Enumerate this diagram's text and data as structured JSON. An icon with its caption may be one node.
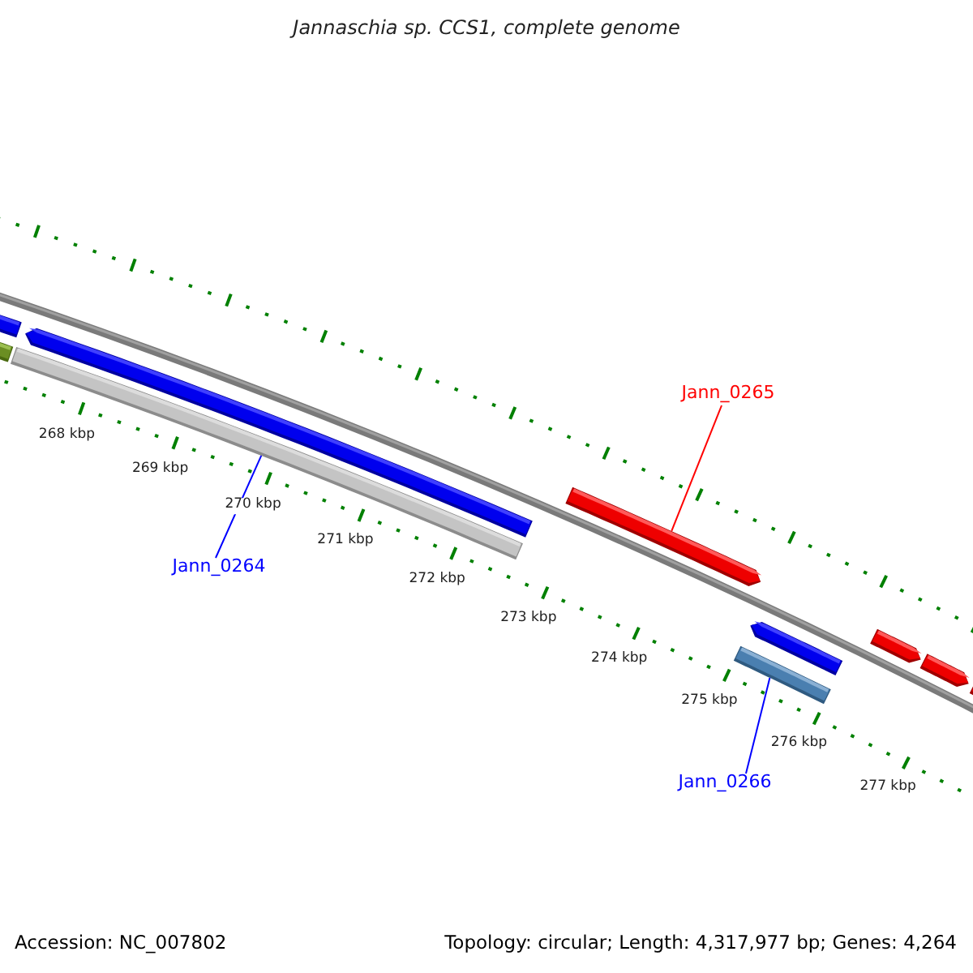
{
  "diagram": {
    "title": "Jannaschia sp. CCS1, complete genome",
    "nodes": [
      {
        "text": [
          "Jann_0265"
        ]
      },
      {
        "text": [],
        "shape": "bar"
      },
      {
        "text": [],
        "shape": "bar"
      },
      {
        "text": [
          "Jann_0264"
        ]
      },
      {
        "text": [],
        "shape": "bar"
      },
      {
        "text": [
          "Jann_0266"
        ]
      }
    ],
    "edges": [
      {
        "from": 0,
        "to": 1,
        "arrow": "none",
        "color": "#ff0000"
      },
      {
        "from": 3,
        "to": 2,
        "arrow": "none",
        "color": "#0000ff"
      },
      {
        "from": 5,
        "to": 4,
        "arrow": "none",
        "color": "#0000ff"
      }
    ],
    "labels": [
      "268 kbp",
      "269 kbp",
      "270 kbp",
      "271 kbp",
      "272 kbp",
      "273 kbp",
      "274 kbp",
      "275 kbp",
      "276 kbp",
      "277 kbp",
      "Accession: NC_007802",
      "Topology: circular; Length: 4,317,977 bp; Genes: 4,264"
    ]
  }
}
